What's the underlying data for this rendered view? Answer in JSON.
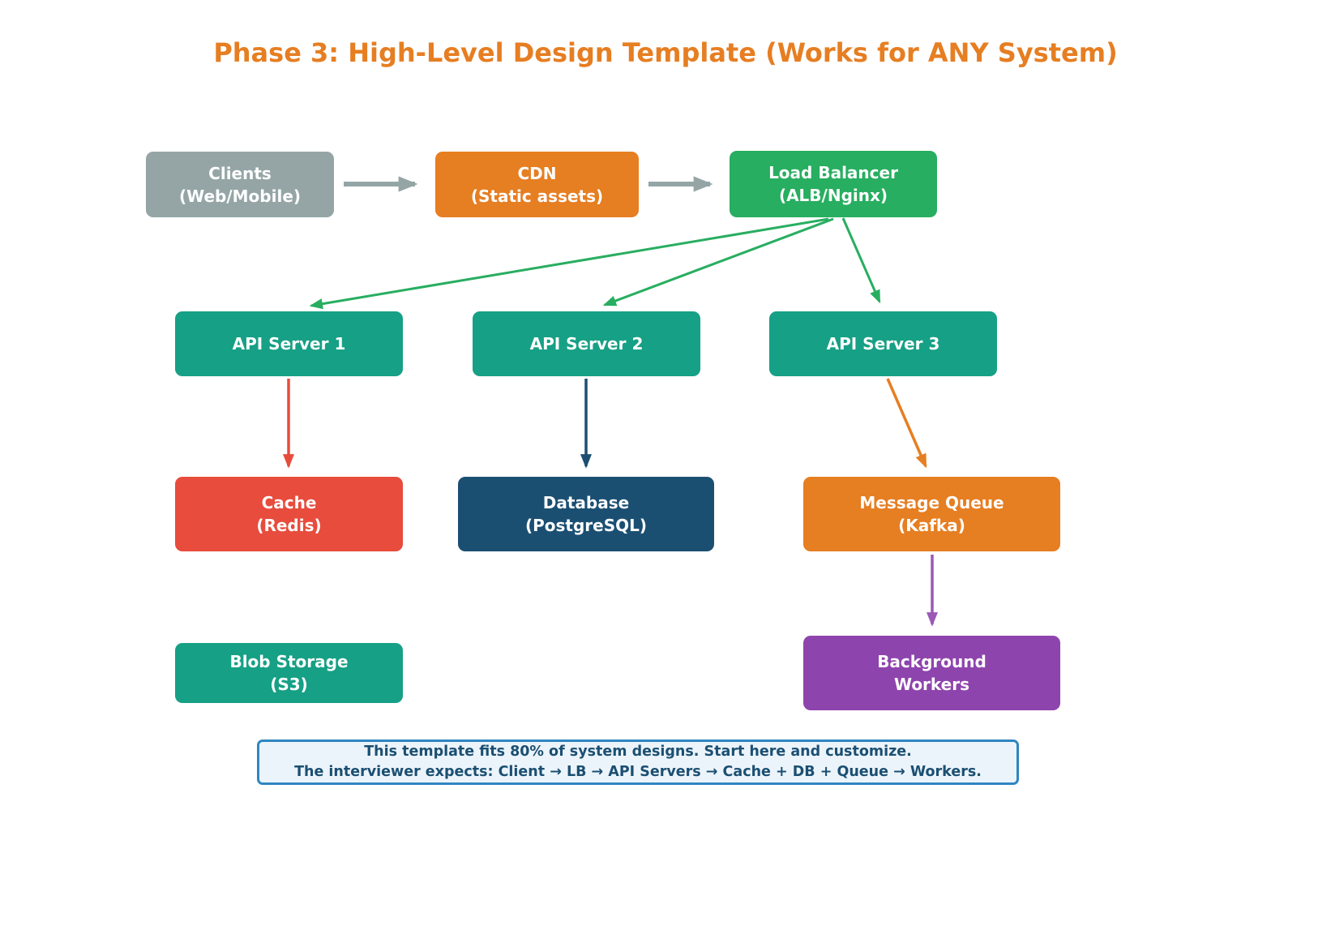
{
  "title": "Phase 3: High-Level Design Template (Works for ANY System)",
  "colors": {
    "title": "#e67e22",
    "gray": "#95a5a6",
    "orange": "#e67e22",
    "green": "#27ae60",
    "teal": "#16a085",
    "red": "#e74c3c",
    "navy": "#1b4f72",
    "purple": "#8e44ad",
    "purple_arrow": "#9b59b6",
    "note_bg": "#ecf4fb",
    "note_border": "#2e86c1",
    "note_text": "#1b4f72"
  },
  "nodes": {
    "clients": {
      "label": "Clients\n(Web/Mobile)"
    },
    "cdn": {
      "label": "CDN\n(Static assets)"
    },
    "load_balancer": {
      "label": "Load Balancer\n(ALB/Nginx)"
    },
    "api_server_1": {
      "label": "API Server 1"
    },
    "api_server_2": {
      "label": "API Server 2"
    },
    "api_server_3": {
      "label": "API Server 3"
    },
    "cache": {
      "label": "Cache\n(Redis)"
    },
    "database": {
      "label": "Database\n(PostgreSQL)"
    },
    "message_queue": {
      "label": "Message Queue\n(Kafka)"
    },
    "blob_storage": {
      "label": "Blob Storage\n(S3)"
    },
    "background_workers": {
      "label": "Background\nWorkers"
    }
  },
  "edges": [
    {
      "from": "clients",
      "to": "cdn",
      "color": "gray"
    },
    {
      "from": "cdn",
      "to": "load_balancer",
      "color": "gray"
    },
    {
      "from": "load_balancer",
      "to": "api_server_1",
      "color": "green"
    },
    {
      "from": "load_balancer",
      "to": "api_server_2",
      "color": "green"
    },
    {
      "from": "load_balancer",
      "to": "api_server_3",
      "color": "green"
    },
    {
      "from": "api_server_1",
      "to": "cache",
      "color": "red"
    },
    {
      "from": "api_server_2",
      "to": "database",
      "color": "navy"
    },
    {
      "from": "api_server_3",
      "to": "message_queue",
      "color": "orange"
    },
    {
      "from": "message_queue",
      "to": "background_workers",
      "color": "purple_arrow"
    }
  ],
  "note": {
    "line1": "This template fits 80% of system designs. Start here and customize.",
    "line2": "The interviewer expects: Client → LB → API Servers → Cache + DB + Queue → Workers."
  }
}
